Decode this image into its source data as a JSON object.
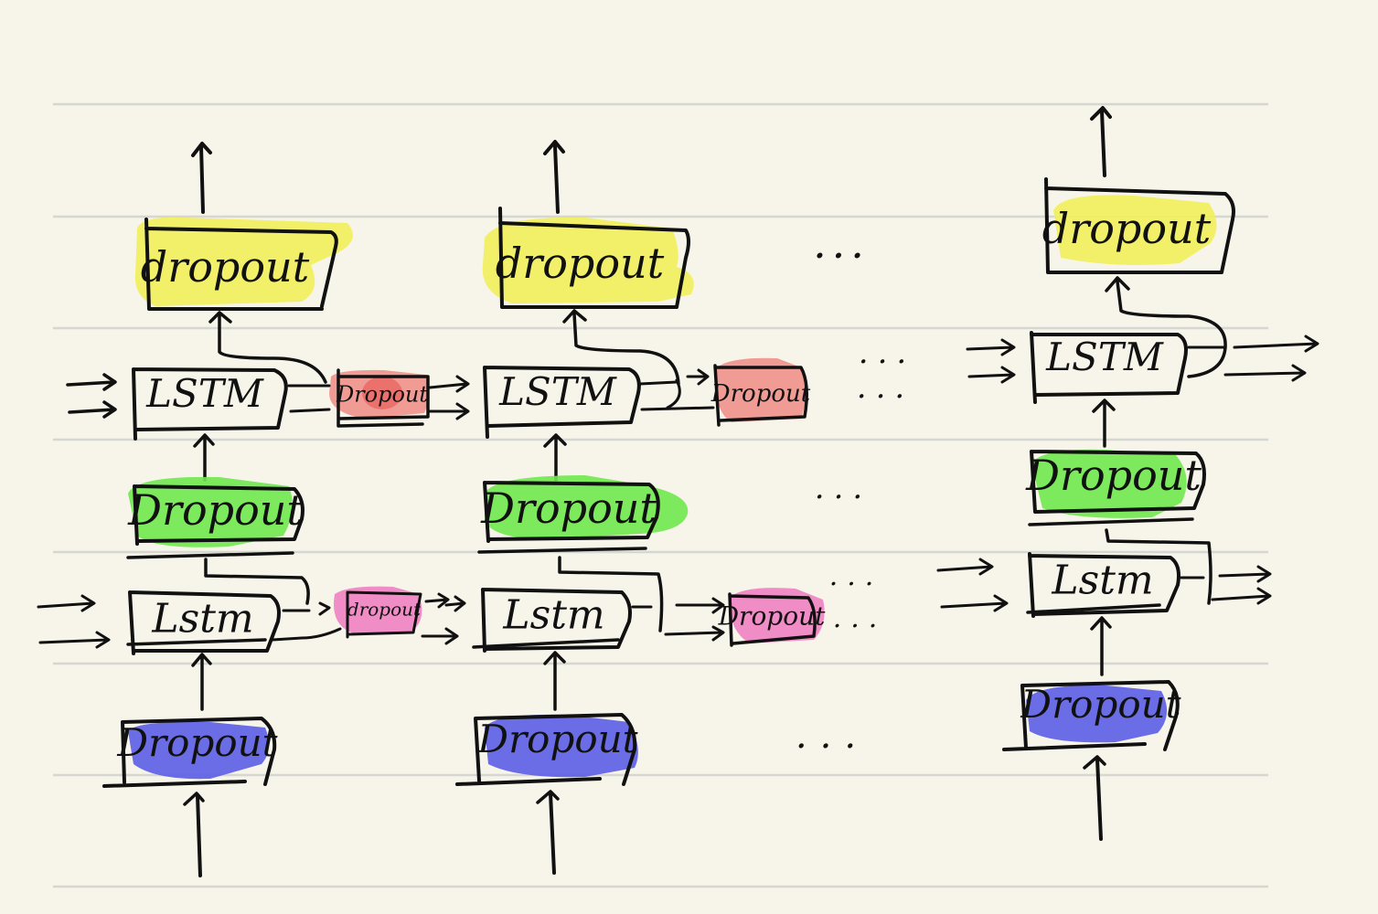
{
  "diagram": {
    "columns": [
      {
        "id": "col-1",
        "layers": {
          "top_dropout": "dropout",
          "lstm_upper": "LSTM",
          "mid_dropout": "Dropout",
          "lstm_lower": "Lstm",
          "bottom_dropout": "Dropout"
        },
        "recurrent": {
          "upper": "Dropout",
          "lower": "dropout"
        }
      },
      {
        "id": "col-2",
        "layers": {
          "top_dropout": "dropout",
          "lstm_upper": "LSTM",
          "mid_dropout": "Dropout",
          "lstm_lower": "Lstm",
          "bottom_dropout": "Dropout"
        },
        "recurrent": {
          "upper": "Dropout",
          "lower": "Dropout"
        }
      },
      {
        "id": "col-3",
        "layers": {
          "top_dropout": "dropout",
          "lstm_upper": "LSTM",
          "mid_dropout": "Dropout",
          "lstm_lower": "Lstm",
          "bottom_dropout": "Dropout"
        }
      }
    ],
    "ellipsis": "...",
    "colors": {
      "background": "#f7f5ea",
      "rule_line": "#d6d6d2",
      "ink": "#111111",
      "top_dropout_highlight": "#f1f05a",
      "mid_dropout_highlight": "#6fe84e",
      "bottom_dropout_highlight": "#5b5ee6",
      "recurrent_upper_highlight": "#f08b86",
      "recurrent_lower_highlight": "#f07ac0"
    }
  }
}
